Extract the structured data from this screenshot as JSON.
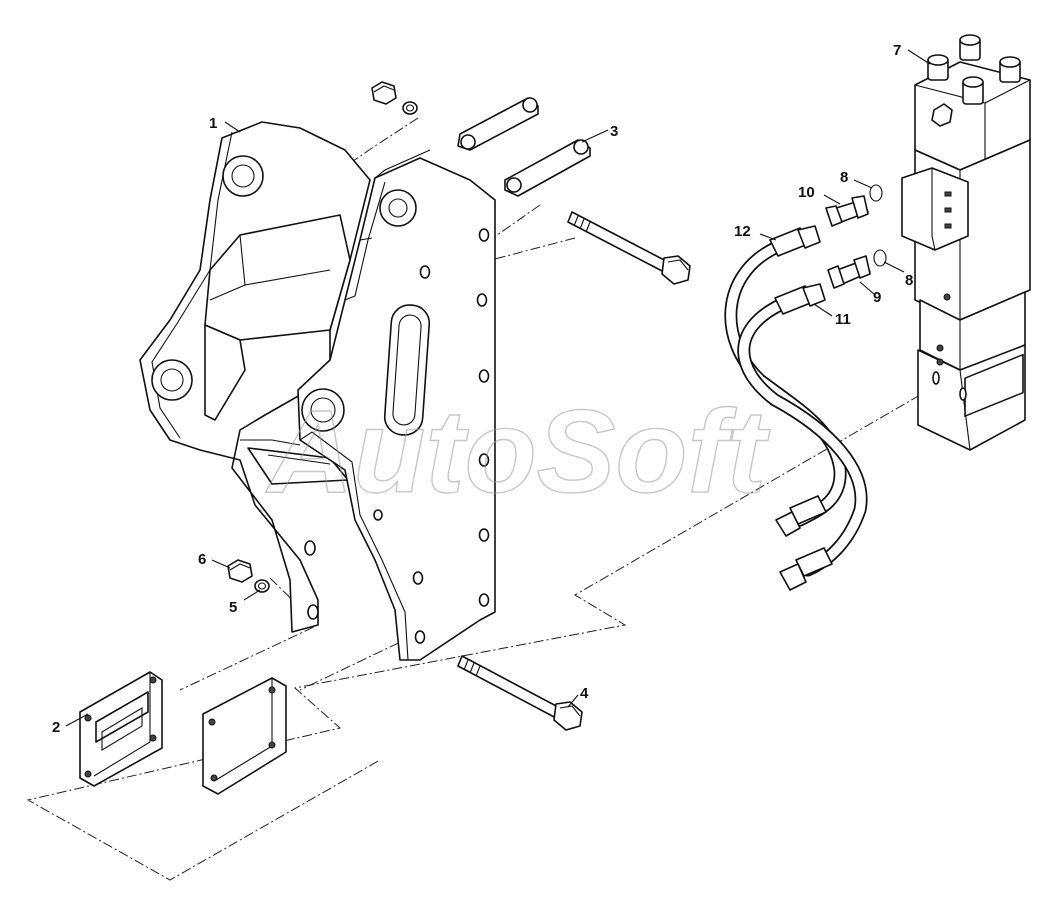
{
  "watermark": "AutoSoft",
  "callouts": [
    {
      "id": "1",
      "label": "1"
    },
    {
      "id": "2",
      "label": "2"
    },
    {
      "id": "3",
      "label": "3"
    },
    {
      "id": "4",
      "label": "4"
    },
    {
      "id": "5",
      "label": "5"
    },
    {
      "id": "6",
      "label": "6"
    },
    {
      "id": "7",
      "label": "7"
    },
    {
      "id": "8a",
      "label": "8"
    },
    {
      "id": "8b",
      "label": "8"
    },
    {
      "id": "9",
      "label": "9"
    },
    {
      "id": "10",
      "label": "10"
    },
    {
      "id": "11",
      "label": "11"
    },
    {
      "id": "12",
      "label": "12"
    }
  ]
}
